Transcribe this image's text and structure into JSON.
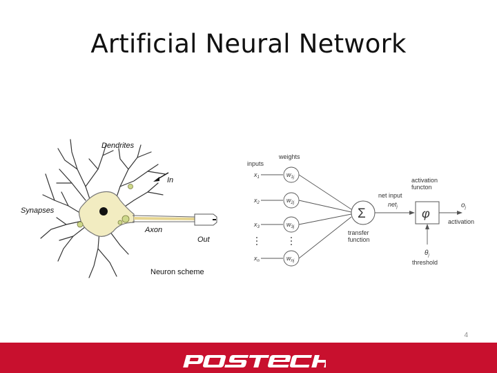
{
  "slide": {
    "title": "Artificial Neural Network",
    "page_number": "4",
    "logo_text": "POSTECH",
    "footer_color": "#c8102e"
  },
  "neuron": {
    "dendrites": "Dendrites",
    "in": "In",
    "synapses": "Synapses",
    "axon": "Axon",
    "out": "Out",
    "caption": "Neuron  scheme",
    "cell_color": "#f2ecc1"
  },
  "ann": {
    "inputs_label": "inputs",
    "weights_label": "weights",
    "inputs": [
      {
        "x": "x",
        "sub": "1",
        "w": "w",
        "wsub": "1j"
      },
      {
        "x": "x",
        "sub": "2",
        "w": "w",
        "wsub": "2j"
      },
      {
        "x": "x",
        "sub": "3",
        "w": "w",
        "wsub": "3j"
      },
      {
        "x": "x",
        "sub": "n",
        "w": "w",
        "wsub": "nj"
      }
    ],
    "sum_symbol": "Σ",
    "net_input": "net input",
    "net_symbol": "net",
    "net_sub": "j",
    "transfer_1": "transfer",
    "transfer_2": "function",
    "activation_fn_1": "activation",
    "activation_fn_2": "functon",
    "phi_symbol": "φ",
    "output_symbol": "o",
    "output_sub": "j",
    "activation_label": "activation",
    "theta_symbol": "θ",
    "theta_sub": "j",
    "threshold_label": "threshold"
  }
}
